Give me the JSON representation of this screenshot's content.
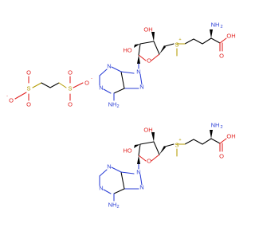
{
  "colors": {
    "carbon": "#000000",
    "oxygen": "#e0211f",
    "nitrogen": "#2b3fd6",
    "sulfur": "#b39a00",
    "background": "#ffffff"
  },
  "molecule_1": {
    "amine": "NH",
    "amine_sub": "2",
    "carboxyl_o": "O",
    "carboxyl_oh": "OH",
    "sulfonium": "S",
    "sulfonium_charge": "+",
    "ring_o": "O",
    "hydroxyl_a": "OH",
    "hydroxyl_b": "HO",
    "n9": "N",
    "n7": "N",
    "n3": "N",
    "n1": "N",
    "amino": "NH",
    "amino_sub": "2"
  },
  "molecule_2": {
    "amine": "NH",
    "amine_sub": "2",
    "carboxyl_o": "O",
    "carboxyl_oh": "OH",
    "sulfonium": "S",
    "sulfonium_charge": "+",
    "ring_o": "O",
    "hydroxyl_a": "OH",
    "hydroxyl_b": "HO",
    "n9": "N",
    "n7": "N",
    "n3": "N",
    "n1": "N",
    "amino": "NH",
    "amino_sub": "2"
  },
  "counterion": {
    "o_minus_left": "O",
    "s_left": "S",
    "o_top_left": "O",
    "o_bottom_left": "O",
    "s_right": "S",
    "o_minus_right": "O",
    "o_top_right": "O",
    "o_bottom_right": "O",
    "charge": "-"
  }
}
